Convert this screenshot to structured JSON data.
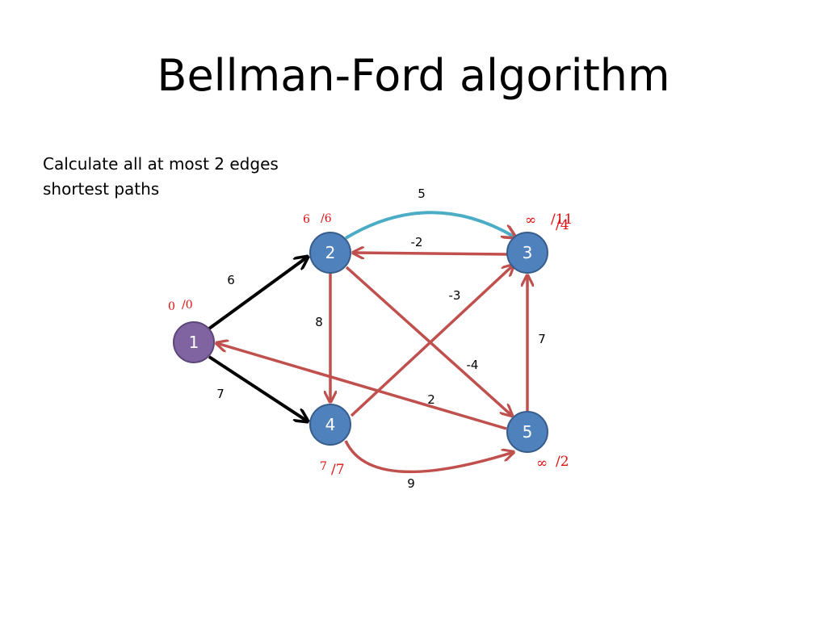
{
  "slide": {
    "title": "Bellman-Ford algorithm",
    "subtitle": "Calculate all at most 2 edges shortest paths"
  },
  "colors": {
    "node_fill_blue": "#4f81bd",
    "node_fill_purple": "#8064a2",
    "node_stroke": "#385d8a",
    "edge_red": "#c0504d",
    "edge_black": "#000000",
    "edge_teal": "#4bacc6",
    "dist_red": "#e01010"
  },
  "graph": {
    "nodes": [
      {
        "id": "1",
        "label": "1"
      },
      {
        "id": "2",
        "label": "2"
      },
      {
        "id": "3",
        "label": "3"
      },
      {
        "id": "4",
        "label": "4"
      },
      {
        "id": "5",
        "label": "5"
      }
    ],
    "edges": [
      {
        "from": "1",
        "to": "2",
        "weight": "6"
      },
      {
        "from": "1",
        "to": "4",
        "weight": "7"
      },
      {
        "from": "2",
        "to": "3",
        "weight": "5"
      },
      {
        "from": "3",
        "to": "2",
        "weight": "-2"
      },
      {
        "from": "2",
        "to": "4",
        "weight": "8"
      },
      {
        "from": "4",
        "to": "3",
        "weight": "-3"
      },
      {
        "from": "2",
        "to": "5",
        "weight": "-4"
      },
      {
        "from": "5",
        "to": "3",
        "weight": "7"
      },
      {
        "from": "5",
        "to": "1",
        "weight": "2"
      },
      {
        "from": "4",
        "to": "5",
        "weight": "9"
      }
    ],
    "distances": {
      "node1": {
        "prev": "0",
        "next": "/0"
      },
      "node2": {
        "prev": "6",
        "next": "/6"
      },
      "node3": {
        "prev": "∞",
        "next_old": "/11",
        "next": "/4"
      },
      "node4": {
        "prev": "7",
        "next": "/7"
      },
      "node5": {
        "prev": "∞",
        "next": "/2"
      }
    }
  }
}
